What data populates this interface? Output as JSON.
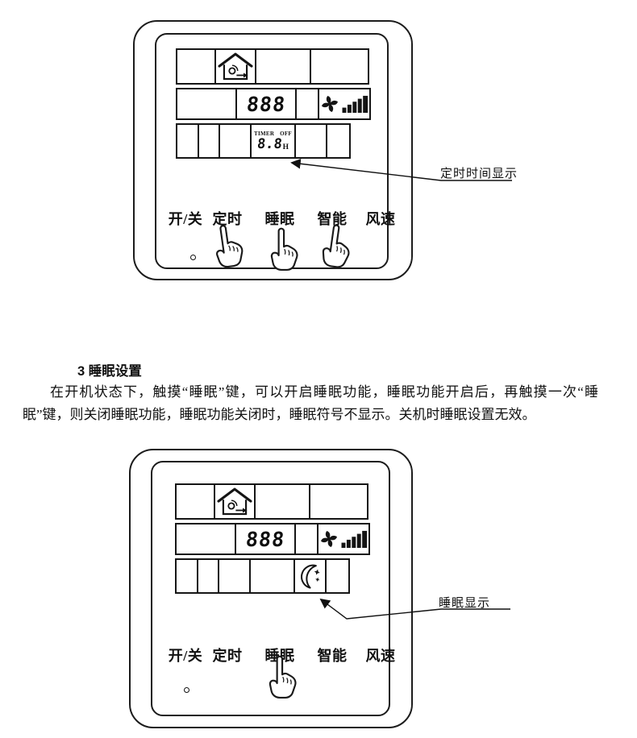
{
  "section": {
    "heading": "3 睡眠设置",
    "body": "在开机状态下，触摸“睡眠”键，可以开启睡眠功能，睡眠功能开启后，再触摸一次“睡眠”键，则关闭睡眠功能，睡眠功能关闭时，睡眠符号不显示。关机时睡眠设置无效。"
  },
  "panels": {
    "timer": {
      "buttons": [
        "开/关",
        "定时",
        "睡眠",
        "智能",
        "风速"
      ],
      "digits": "888",
      "timer_label": "TIMER",
      "timer_state": "OFF",
      "timer_value": "8.8",
      "timer_unit": "H",
      "callout": "定时时间显示"
    },
    "sleep": {
      "buttons": [
        "开/关",
        "定时",
        "睡眠",
        "智能",
        "风速"
      ],
      "digits": "888",
      "callout": "睡眠显示"
    }
  },
  "icons": {
    "house": "house-airflow-icon",
    "fan": "fan-icon",
    "fan_bars": "fan-speed-bars-icon",
    "moon": "sleep-moon-icon",
    "hand": "pointing-hand-icon",
    "indicator": "indicator-dot"
  },
  "colors": {
    "ink": "#1a1a1a",
    "background": "#ffffff"
  }
}
